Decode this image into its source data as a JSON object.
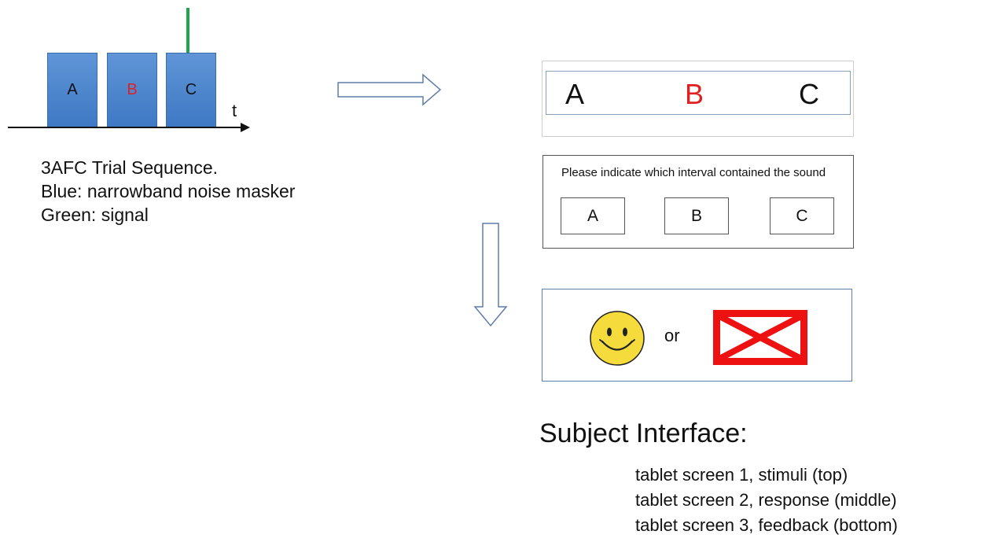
{
  "trial_sequence": {
    "intervals": [
      "A",
      "B",
      "C"
    ],
    "time_label": "t",
    "colors": {
      "masker": "#4a84cc",
      "signal": "#1fa64a",
      "highlight": "#e02020"
    }
  },
  "caption": {
    "line1": "3AFC Trial Sequence.",
    "line2": "Blue: narrowband noise masker",
    "line3": "Green: signal"
  },
  "screen1": {
    "letters": [
      "A",
      "B",
      "C"
    ]
  },
  "screen2": {
    "prompt": "Please indicate which interval contained the sound",
    "buttons": [
      "A",
      "B",
      "C"
    ]
  },
  "screen3": {
    "or_text": "or",
    "icons": [
      "smiley-face-icon",
      "red-x-box-icon"
    ]
  },
  "subject_interface": {
    "title": "Subject Interface:",
    "items": [
      "tablet screen 1, stimuli (top)",
      "tablet screen 2, response (middle)",
      "tablet screen 3, feedback (bottom)"
    ]
  }
}
